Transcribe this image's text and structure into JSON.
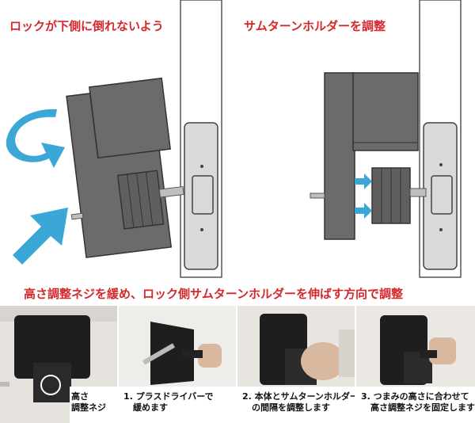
{
  "titles": {
    "left": "ロックが下側に倒れないよう",
    "right": "サムターンホルダーを調整",
    "bottom": "高さ調整ネジを緩め、ロック側サムターンホルダーを伸ばす方向で調整"
  },
  "steps": [
    {
      "lines": [
        "高さ",
        "調整ネジ"
      ]
    },
    {
      "lines": [
        "1. プラスドライバーで",
        "緩めます"
      ]
    },
    {
      "lines": [
        "2. 本体とサムターンホルダー",
        "の間隔を調整します"
      ]
    },
    {
      "lines": [
        "3. つまみの高さに合わせて",
        "高さ調整ネジを固定します"
      ]
    }
  ],
  "colors": {
    "title_red": "#d4282b",
    "arrow_blue": "#3aa7d6",
    "device_gray": "#6b6b6b",
    "door_light": "#d9d9d9"
  }
}
